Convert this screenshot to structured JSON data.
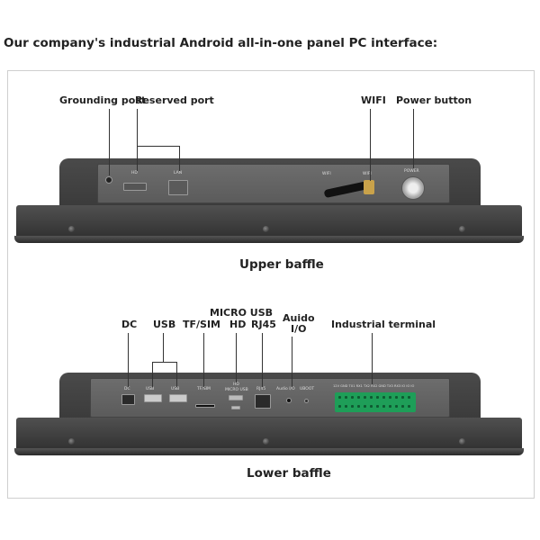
{
  "headline": "Our company's industrial Android all-in-one panel PC interface:",
  "upper": {
    "caption": "Upper baffle",
    "labels": {
      "grounding": "Grounding post",
      "reserved": "Reserved port",
      "wifi": "WIFI",
      "power": "Power button"
    },
    "silk": {
      "hd": "HD",
      "lan": "LAN",
      "wifi1": "WIFI",
      "wifi2": "WIFI",
      "power": "POWER"
    }
  },
  "lower": {
    "caption": "Lower baffle",
    "labels": {
      "dc": "DC",
      "usb": "USB",
      "tfsim": "TF/SIM",
      "microusb": "MICRO USB",
      "hd": "HD",
      "rj45": "RJ45",
      "audio": "Auido\nI/O",
      "terminal": "Industrial terminal"
    },
    "silk": {
      "dc": "DC",
      "usb1": "USB",
      "usb2": "USB",
      "tfsim": "TF/SIM",
      "hd": "HD",
      "microusb": "MICRO USB",
      "rj45": "RJ45",
      "audio": "Audio I/O",
      "uboot": "UBOOT",
      "terminal_pins": "12V GND TX1 RX1 TX2 RX2 GND TX3 RX3 IO IO IO"
    }
  },
  "colors": {
    "terminal": "#1e9e58",
    "device": "#3d3d3d"
  }
}
